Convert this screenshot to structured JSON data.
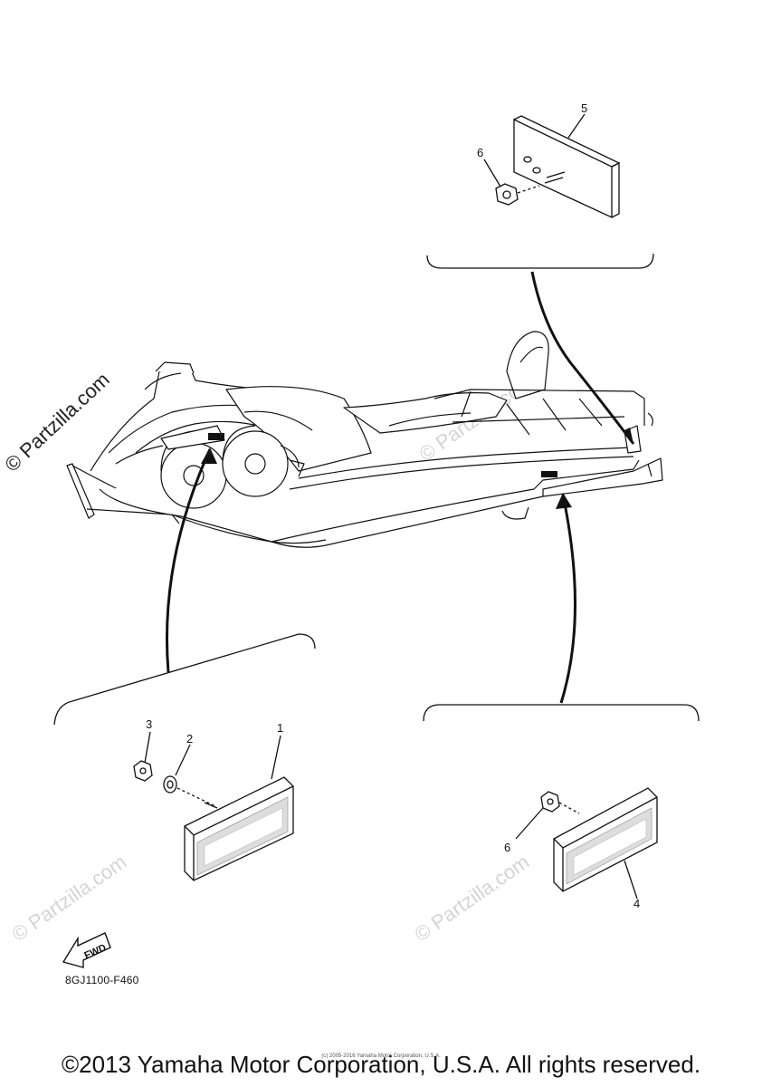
{
  "diagram": {
    "part_labels": [
      "1",
      "2",
      "3",
      "4",
      "5",
      "6",
      "6"
    ],
    "fwd_label": "FWD",
    "diagram_code": "8GJ1100-F460"
  },
  "watermarks": {
    "main": "© Partzilla.com",
    "faint": "© Partzilla.com"
  },
  "footer": {
    "small_copyright": "(c) 2005-2016 Yamaha Motor Corporation, U.S.A.",
    "copyright": "©2013 Yamaha Motor Corporation, U.S.A. All rights reserved."
  }
}
